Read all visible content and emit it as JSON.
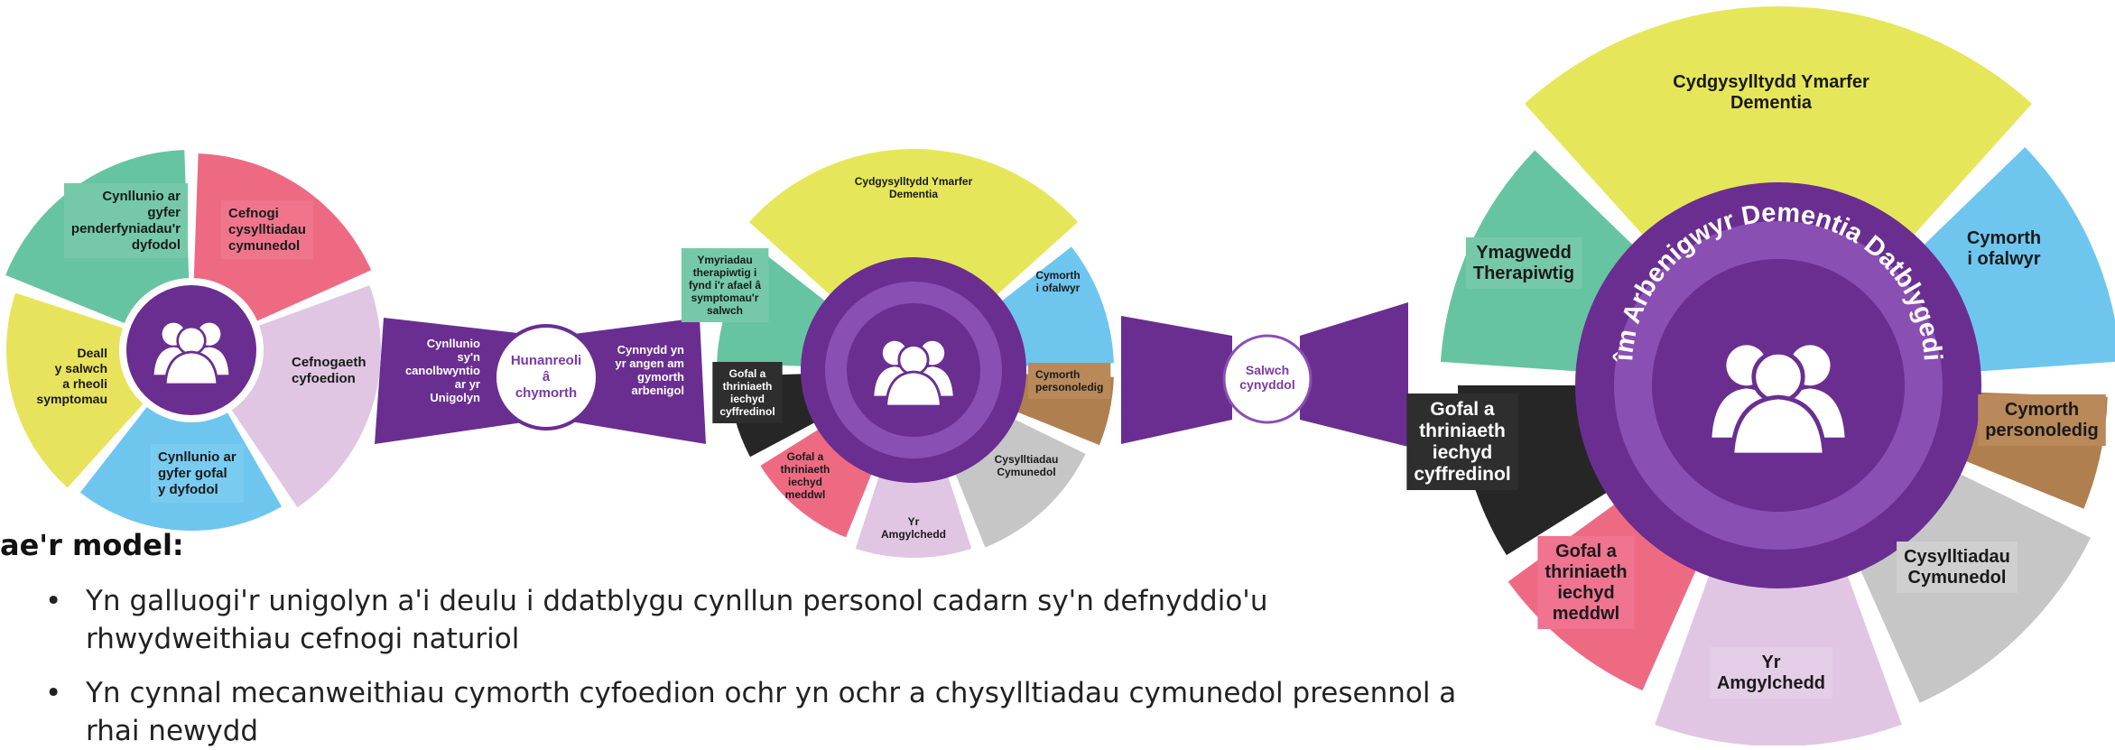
{
  "wheel1": {
    "segments": [
      {
        "label": "Cynllunio ar gyfer penderfyniadau'r dyfodol",
        "color": "#67c4a2"
      },
      {
        "label": "Cefnogi cysylltiadau cymunedol",
        "color": "#ee6a83"
      },
      {
        "label": "Cefnogaeth cyfoedion",
        "color": "#e0c6e3"
      },
      {
        "label": "Cynllunio ar gyfer gofal y dyfodol",
        "color": "#6ec6ef"
      },
      {
        "label": "Deall y salwch a rheoli symptomau",
        "color": "#e8e35c"
      }
    ]
  },
  "connector1": {
    "left_text": "Cynllunio sy'n canolbwyntio ar yr Unigolyn",
    "center_text": "Hunanreoli â chymorth",
    "right_text": "Cynnydd yn yr angen am gymorth arbenigol"
  },
  "wheel2": {
    "segments": [
      {
        "label": "Cydgysylltydd Ymarfer Dementia",
        "color": "#e6e65a"
      },
      {
        "label": "Cymorth i ofalwyr",
        "color": "#6ec6ef"
      },
      {
        "label": "Cymorth personoledig",
        "color": "#b07f50"
      },
      {
        "label": "Cysylltiadau Cymunedol",
        "color": "#c6c6c6"
      },
      {
        "label": "Yr Amgylchedd",
        "color": "#e0c6e3"
      },
      {
        "label": "Gofal a thriniaeth iechyd meddwl",
        "color": "#ee6a83"
      },
      {
        "label": "Gofal a thriniaeth iechyd cyffredinol",
        "color": "#262626"
      },
      {
        "label": "Ymyriadau therapiwtig i fynd i'r afael â symptomau'r salwch",
        "color": "#67c4a2"
      }
    ]
  },
  "connector2": {
    "center_text": "Salwch cynyddol"
  },
  "wheel3": {
    "ring_text": "Tîm Arbenigwyr Dementia Datblygedig",
    "segments": [
      {
        "label": "Cydgysylltydd Ymarfer Dementia",
        "color": "#e6e65a"
      },
      {
        "label": "Cymorth i ofalwyr",
        "color": "#6ec6ef"
      },
      {
        "label": "Cymorth personoledig",
        "color": "#b07f50"
      },
      {
        "label": "Cysylltiadau Cymunedol",
        "color": "#c6c6c6"
      },
      {
        "label": "Yr Amgylchedd",
        "color": "#e0c6e3"
      },
      {
        "label": "Gofal a thriniaeth iechyd meddwl",
        "color": "#ee6a83"
      },
      {
        "label": "Gofal a thriniaeth iechyd cyffredinol",
        "color": "#262626"
      },
      {
        "label": "Ymagwedd Therapiwtig",
        "color": "#67c4a2"
      }
    ]
  },
  "colors": {
    "purple": "#6a2e91",
    "purple_light": "#8a4fb3",
    "white": "#ffffff"
  },
  "text": {
    "heading": "ae'r model:",
    "bullet_symbol": "•",
    "bullet1_line1": "Yn galluogi'r unigolyn a'i deulu i ddatblygu cynllun personol cadarn sy'n defnyddio'u",
    "bullet1_line2": "rhwydweithiau cefnogi naturiol",
    "bullet2_line1": "Yn cynnal mecanweithiau cymorth cyfoedion ochr yn ochr a chysylltiadau cymunedol presennol a",
    "bullet2_line2": "rhai newydd"
  }
}
